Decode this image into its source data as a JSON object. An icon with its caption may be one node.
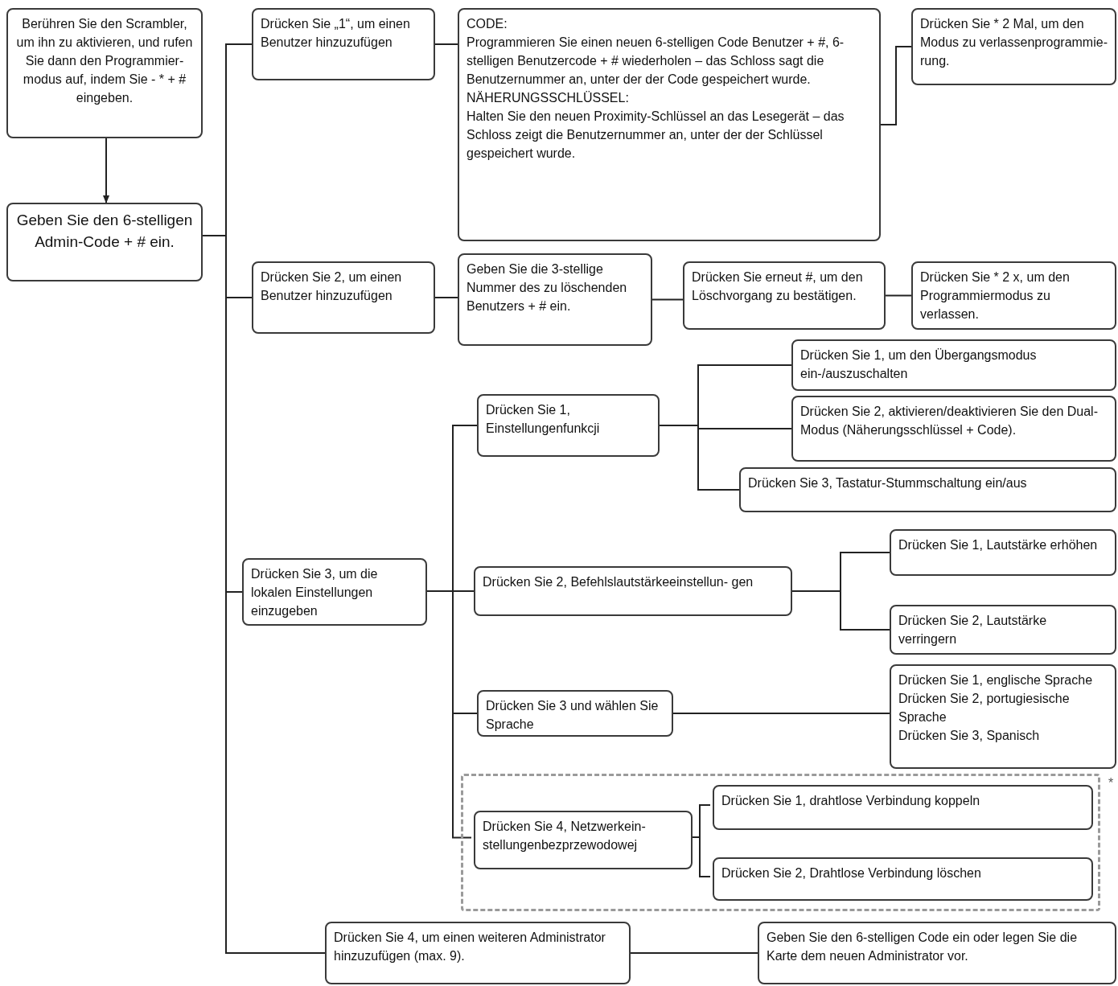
{
  "diagram": {
    "nodes": [
      {
        "text": [
          "Berühren Sie den Scrambler, um ihn zu aktivieren, und rufen Sie dann den Programmier- modus auf, indem Sie - * + # eingeben."
        ]
      },
      {
        "text": [
          "Geben Sie den 6-stelligen Admin-Code + # ein."
        ]
      },
      {
        "text": [
          "Drücken Sie „1“, um einen Benutzer hinzuzufügen"
        ]
      },
      {
        "text": [
          "CODE:",
          "Programmieren Sie einen neuen 6-stelligen Code Benutzer + #, 6-stelligen Benutzercode + # wiederholen – das Schloss sagt die Benutzernummer an, unter der der Code gespeichert wurde.",
          "NÄHERUNGSSCHLÜSSEL:",
          "Halten Sie den neuen Proximity-Schlüssel an das Lesegerät – das Schloss zeigt die Benutzernummer an, unter der der Schlüssel gespeichert wurde."
        ]
      },
      {
        "text": [
          "Drücken Sie * 2 Mal, um den Modus zu verlassenprogrammie- rung."
        ]
      },
      {
        "text": [
          "Drücken Sie 2, um einen Benutzer hinzuzufügen"
        ]
      },
      {
        "text": [
          "Geben Sie die 3-stellige Nummer des zu löschenden Benutzers + # ein."
        ]
      },
      {
        "text": [
          "Drücken Sie erneut #, um den Löschvorgang zu bestätigen."
        ]
      },
      {
        "text": [
          "Drücken Sie * 2 x, um den Programmiermodus zu verlassen."
        ]
      },
      {
        "text": [
          "Drücken Sie 3, um die lokalen Einstellungen einzugeben"
        ]
      },
      {
        "text": [
          "Drücken Sie 1, Einstellungenfunkcji"
        ]
      },
      {
        "text": [
          "Drücken Sie 1, um den Übergangsmodus ein-/auszuschalten"
        ]
      },
      {
        "text": [
          "Drücken Sie 2, aktivieren/deaktivieren Sie den Dual-Modus (Näherungsschlüssel + Code)."
        ]
      },
      {
        "text": [
          "Drücken Sie 3, Tastatur-Stummschaltung ein/aus"
        ]
      },
      {
        "text": [
          "Drücken Sie 2, Befehlslautstärkeeinstellun- gen"
        ]
      },
      {
        "text": [
          "Drücken Sie 1, Lautstärke erhöhen"
        ]
      },
      {
        "text": [
          "Drücken Sie 2, Lautstärke verringern"
        ]
      },
      {
        "text": [
          "Drücken Sie 3 und wählen Sie Sprache"
        ]
      },
      {
        "text": [
          "Drücken Sie 1, englische Sprache",
          "Drücken Sie 2, portugiesische Sprache",
          "Drücken Sie 3, Spanisch"
        ]
      },
      {
        "text": [],
        "shape": "box"
      },
      {
        "text": [
          "Drücken Sie 4, Netzwerkein- stellungenbezprzewodowej"
        ],
        "in": 19
      },
      {
        "text": [
          "Drücken Sie 1, drahtlose Verbindung koppeln"
        ],
        "in": 19
      },
      {
        "text": [
          "Drücken Sie 2, Drahtlose Verbindung löschen"
        ],
        "in": 19
      },
      {
        "text": [
          "Drücken Sie 4, um einen weiteren Administrator hinzuzufügen (max. 9)."
        ]
      },
      {
        "text": [
          "Geben Sie den 6-stelligen Code ein oder legen Sie die Karte dem neuen Administrator vor."
        ]
      }
    ],
    "edges": [
      {
        "from": 0,
        "to": 1,
        "arrow": "to"
      },
      {
        "from": 1,
        "to": 2,
        "arrow": "none"
      },
      {
        "from": 1,
        "to": 5,
        "arrow": "none"
      },
      {
        "from": 1,
        "to": 9,
        "arrow": "none"
      },
      {
        "from": 1,
        "to": 23,
        "arrow": "none"
      },
      {
        "from": 2,
        "to": 3,
        "arrow": "none"
      },
      {
        "from": 3,
        "to": 4,
        "arrow": "none"
      },
      {
        "from": 5,
        "to": 6,
        "arrow": "none"
      },
      {
        "from": 6,
        "to": 7,
        "arrow": "none"
      },
      {
        "from": 7,
        "to": 8,
        "arrow": "none"
      },
      {
        "from": 9,
        "to": 10,
        "arrow": "none"
      },
      {
        "from": 9,
        "to": 14,
        "arrow": "none"
      },
      {
        "from": 9,
        "to": 17,
        "arrow": "none"
      },
      {
        "from": 9,
        "to": 20,
        "arrow": "none"
      },
      {
        "from": 10,
        "to": 11,
        "arrow": "none"
      },
      {
        "from": 10,
        "to": 12,
        "arrow": "none"
      },
      {
        "from": 10,
        "to": 13,
        "arrow": "none"
      },
      {
        "from": 14,
        "to": 15,
        "arrow": "none"
      },
      {
        "from": 14,
        "to": 16,
        "arrow": "none"
      },
      {
        "from": 17,
        "to": 18,
        "arrow": "none"
      },
      {
        "from": 20,
        "to": 21,
        "arrow": "none"
      },
      {
        "from": 20,
        "to": 22,
        "arrow": "none"
      },
      {
        "from": 23,
        "to": 24,
        "arrow": "none"
      }
    ],
    "labels": [
      "*"
    ]
  }
}
